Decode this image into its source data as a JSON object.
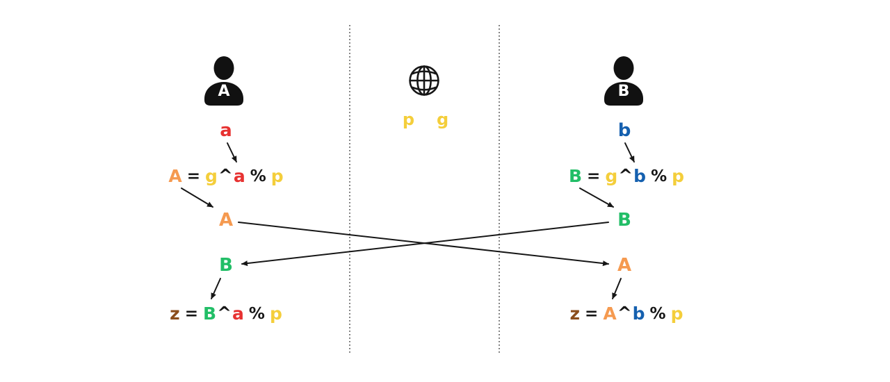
{
  "colors": {
    "orange": "#F59A50",
    "yellow": "#F4CE3B",
    "red": "#E73231",
    "green": "#22BE67",
    "blue": "#1560AF",
    "brown": "#8B4E1C",
    "ink": "#161616"
  },
  "alice": {
    "icon_label": "A",
    "secret": {
      "text": "a",
      "color": "red"
    },
    "formula_public": {
      "tokens": [
        {
          "text": "A",
          "color": "orange"
        },
        {
          "text": "=",
          "color": "ink"
        },
        {
          "text": "g",
          "color": "yellow"
        },
        {
          "text": "^",
          "color": "ink"
        },
        {
          "text": "a",
          "color": "red"
        },
        {
          "text": "%",
          "color": "ink"
        },
        {
          "text": "p",
          "color": "yellow"
        }
      ]
    },
    "sent_value": {
      "text": "A",
      "color": "orange"
    },
    "received_value": {
      "text": "B",
      "color": "green"
    },
    "formula_shared": {
      "tokens": [
        {
          "text": "z",
          "color": "brown"
        },
        {
          "text": "=",
          "color": "ink"
        },
        {
          "text": "B",
          "color": "green"
        },
        {
          "text": "^",
          "color": "ink"
        },
        {
          "text": "a",
          "color": "red"
        },
        {
          "text": "%",
          "color": "ink"
        },
        {
          "text": "p",
          "color": "yellow"
        }
      ]
    }
  },
  "channel": {
    "params": [
      {
        "text": "p",
        "color": "yellow"
      },
      {
        "text": "g",
        "color": "yellow"
      }
    ]
  },
  "bob": {
    "icon_label": "B",
    "secret": {
      "text": "b",
      "color": "blue"
    },
    "formula_public": {
      "tokens": [
        {
          "text": "B",
          "color": "green"
        },
        {
          "text": "=",
          "color": "ink"
        },
        {
          "text": "g",
          "color": "yellow"
        },
        {
          "text": "^",
          "color": "ink"
        },
        {
          "text": "b",
          "color": "blue"
        },
        {
          "text": "%",
          "color": "ink"
        },
        {
          "text": "p",
          "color": "yellow"
        }
      ]
    },
    "sent_value": {
      "text": "B",
      "color": "green"
    },
    "received_value": {
      "text": "A",
      "color": "orange"
    },
    "formula_shared": {
      "tokens": [
        {
          "text": "z",
          "color": "brown"
        },
        {
          "text": "=",
          "color": "ink"
        },
        {
          "text": "A",
          "color": "orange"
        },
        {
          "text": "^",
          "color": "ink"
        },
        {
          "text": "b",
          "color": "blue"
        },
        {
          "text": "%",
          "color": "ink"
        },
        {
          "text": "p",
          "color": "yellow"
        }
      ]
    }
  }
}
